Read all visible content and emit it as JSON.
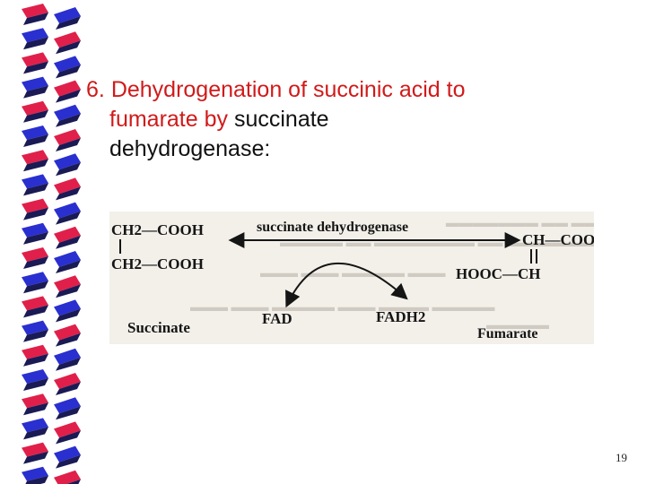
{
  "slide": {
    "title_prefix": "6.",
    "title_red_1": "Dehydrogenation of succinic acid to",
    "title_red_2": "fumarate by",
    "title_black_2": "succinate",
    "title_black_3": "dehydrogenase:",
    "page_number": "19"
  },
  "reaction": {
    "enzyme": "succinate dehydrogenase",
    "succinate_top": "CH2—COOH",
    "succinate_bottom": "CH2—COOH",
    "succinate_label": "Succinate",
    "cofactor_in": "FAD",
    "cofactor_out": "FADH2",
    "fumarate_top": "CH—COOH",
    "fumarate_bottom": "HOOC—CH",
    "fumarate_label": "Fumarate"
  },
  "colors": {
    "title_red": "#d11a1a",
    "border_red": "#e0204a",
    "border_blue": "#2a2fd0",
    "border_dark": "#1a1a55"
  }
}
